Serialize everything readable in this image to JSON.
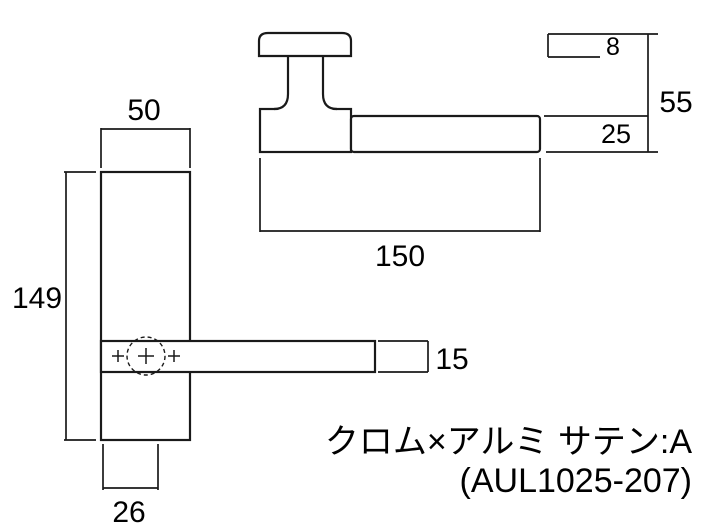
{
  "diagram": {
    "front_view": {
      "plate_width_label": "50",
      "plate_height_label": "149",
      "base_width_label": "26",
      "bar_thickness_label": "15"
    },
    "side_view": {
      "cap_thickness_label": "8",
      "total_height_label": "55",
      "grip_thickness_label": "25",
      "lever_length_label": "150"
    },
    "caption": {
      "finish_text": "クロム×アルミ サテン:A",
      "model_text": "(AUL1025-207)"
    },
    "colors": {
      "line": "#1a1a1a",
      "background": "#ffffff"
    }
  }
}
